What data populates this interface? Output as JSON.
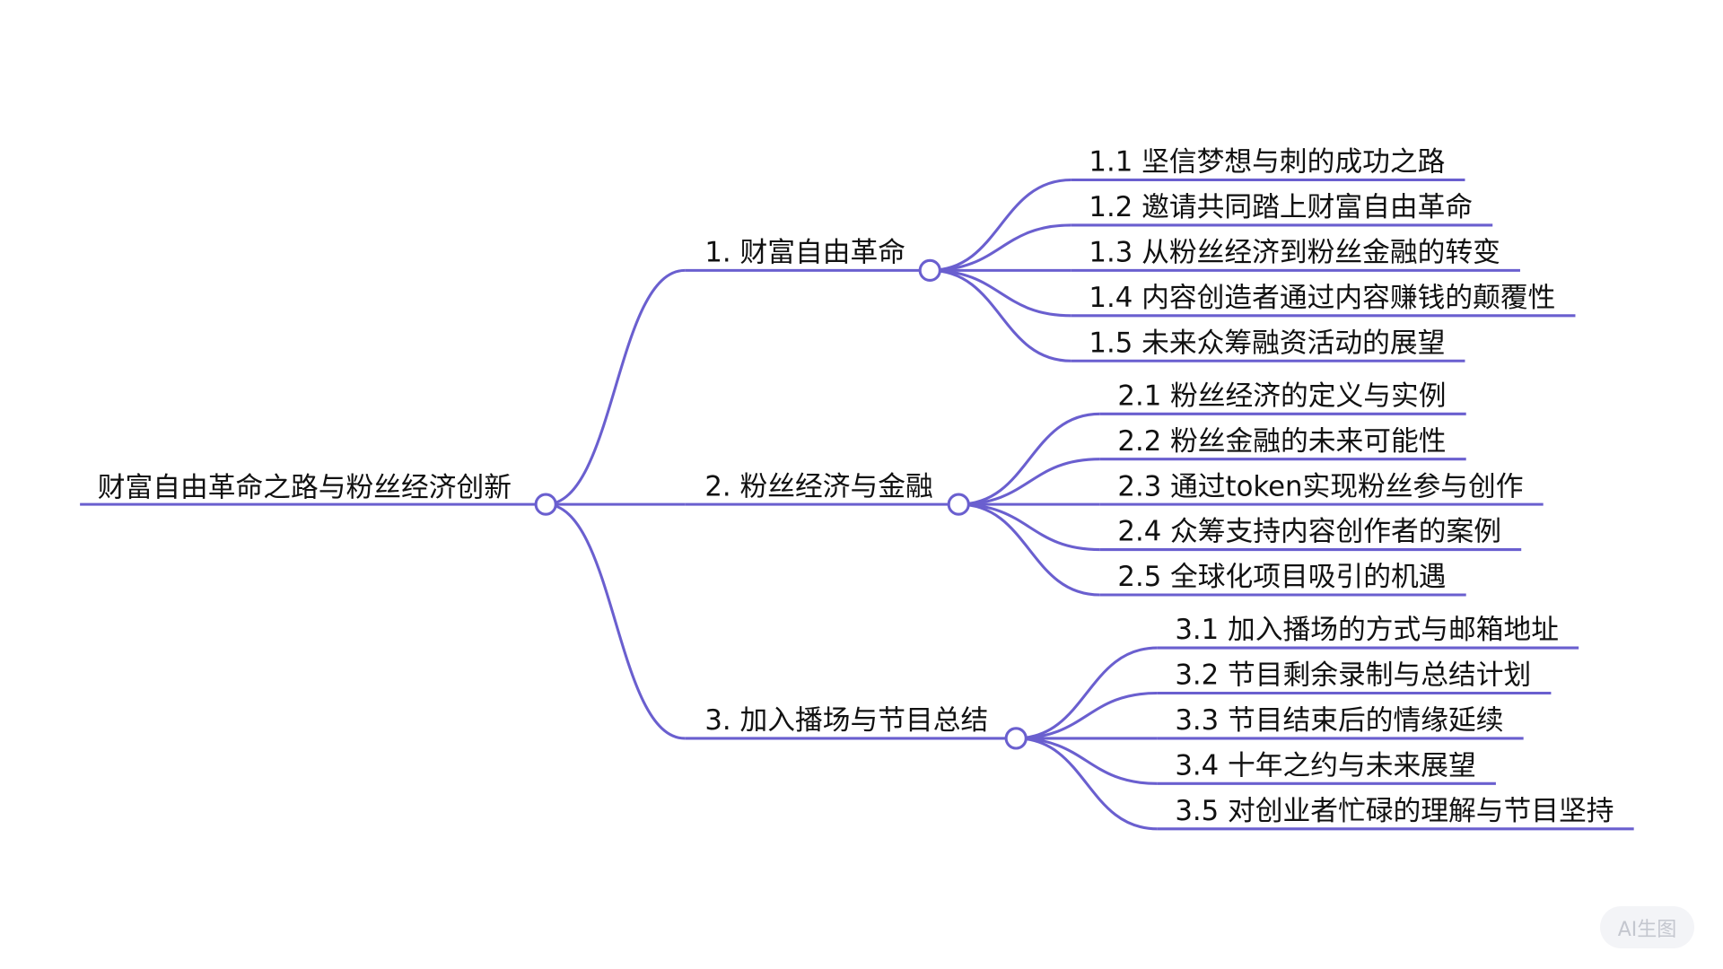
{
  "colors": {
    "line": "#6a5fcf",
    "text": "#111111"
  },
  "root": {
    "label": "财富自由革命之路与粉丝经济创新"
  },
  "branches": [
    {
      "label": "1. 财富自由革命",
      "children": [
        "1.1 坚信梦想与刺的成功之路",
        "1.2 邀请共同踏上财富自由革命",
        "1.3 从粉丝经济到粉丝金融的转变",
        "1.4 内容创造者通过内容赚钱的颠覆性",
        "1.5 未来众筹融资活动的展望"
      ]
    },
    {
      "label": "2. 粉丝经济与金融",
      "children": [
        "2.1 粉丝经济的定义与实例",
        "2.2 粉丝金融的未来可能性",
        "2.3 通过token实现粉丝参与创作",
        "2.4 众筹支持内容创作者的案例",
        "2.5 全球化项目吸引的机遇"
      ]
    },
    {
      "label": "3. 加入播场与节目总结",
      "children": [
        "3.1 加入播场的方式与邮箱地址",
        "3.2 节目剩余录制与总结计划",
        "3.3 节目结束后的情缘延续",
        "3.4 十年之约与未来展望",
        "3.5 对创业者忙碌的理解与节目坚持"
      ]
    }
  ],
  "badge": {
    "label": "AI生图"
  }
}
